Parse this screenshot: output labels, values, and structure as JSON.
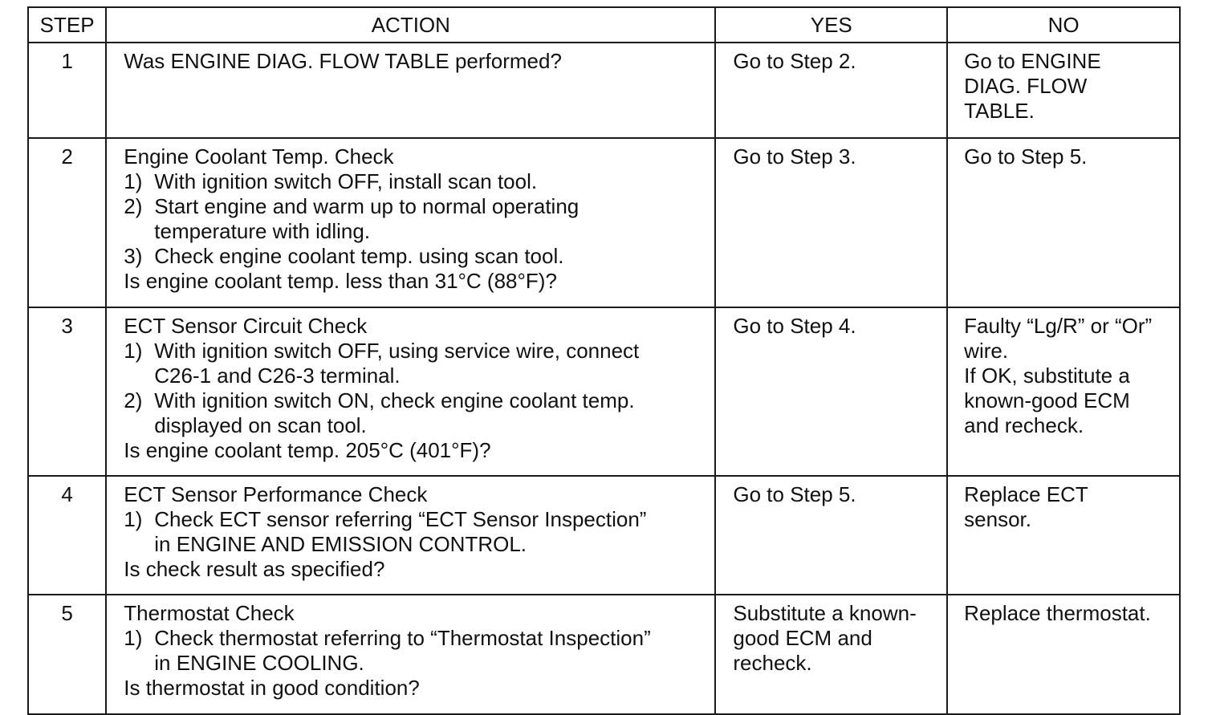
{
  "headers": {
    "step": "STEP",
    "action": "ACTION",
    "yes": "YES",
    "no": "NO"
  },
  "rows": [
    {
      "step": "1",
      "action_title": "Was ENGINE DIAG. FLOW TABLE performed?",
      "action_items": [],
      "action_question": "",
      "yes": "Go to Step 2.",
      "no_lines": [
        "Go to ENGINE",
        "DIAG. FLOW",
        "TABLE."
      ]
    },
    {
      "step": "2",
      "action_title": "Engine Coolant Temp. Check",
      "action_items": [
        {
          "num": "1)",
          "lines": [
            "With ignition switch OFF, install scan tool."
          ]
        },
        {
          "num": "2)",
          "lines": [
            "Start engine and warm up to normal operating",
            "temperature with idling."
          ]
        },
        {
          "num": "3)",
          "lines": [
            "Check engine coolant temp. using scan tool."
          ]
        }
      ],
      "action_question": "Is engine coolant temp. less than 31°C (88°F)?",
      "yes": "Go to Step 3.",
      "no_lines": [
        "Go to Step 5."
      ]
    },
    {
      "step": "3",
      "action_title": "ECT Sensor Circuit Check",
      "action_items": [
        {
          "num": "1)",
          "lines": [
            "With ignition switch OFF, using service wire, connect",
            "C26-1 and C26-3 terminal."
          ]
        },
        {
          "num": "2)",
          "lines": [
            "With ignition switch ON, check engine coolant temp.",
            "displayed on scan tool."
          ]
        }
      ],
      "action_question": "Is engine coolant temp. 205°C (401°F)?",
      "yes": "Go to Step 4.",
      "no_lines": [
        "Faulty “Lg/R” or “Or”",
        "wire.",
        "If OK, substitute a",
        "known-good ECM",
        "and recheck."
      ]
    },
    {
      "step": "4",
      "action_title": "ECT Sensor Performance Check",
      "action_items": [
        {
          "num": "1)",
          "lines": [
            "Check ECT sensor referring “ECT Sensor Inspection”",
            "in ENGINE AND EMISSION CONTROL."
          ]
        }
      ],
      "action_question": "Is check result as specified?",
      "yes": "Go to Step 5.",
      "no_lines": [
        "Replace ECT",
        "sensor."
      ]
    },
    {
      "step": "5",
      "action_title": "Thermostat Check",
      "action_items": [
        {
          "num": "1)",
          "lines": [
            "Check thermostat referring to “Thermostat Inspection”",
            "in ENGINE COOLING."
          ]
        }
      ],
      "action_question": "Is thermostat in good condition?",
      "yes_lines": [
        "Substitute a known-",
        "good ECM and",
        "recheck."
      ],
      "no_lines": [
        "Replace thermostat."
      ]
    }
  ]
}
